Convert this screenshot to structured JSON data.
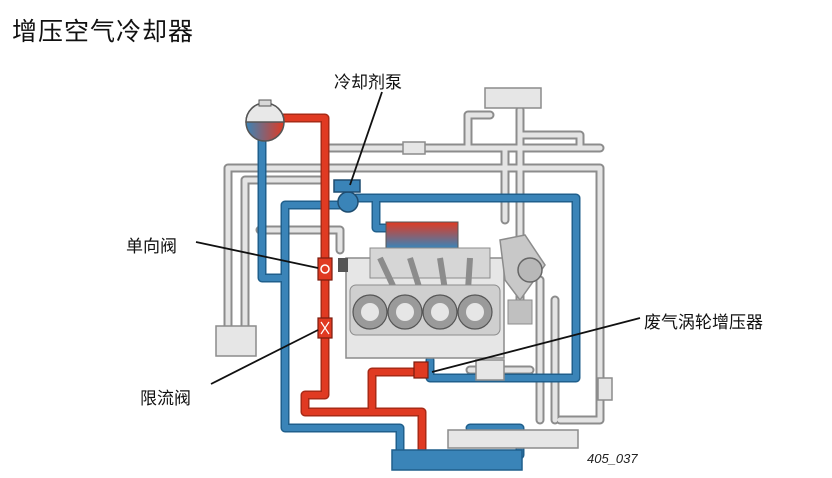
{
  "title": "增压空气冷却器",
  "labels": {
    "coolant_pump": "冷却剂泵",
    "check_valve": "单向阀",
    "restrictor": "限流阀",
    "turbocharger": "废气涡轮增压器"
  },
  "figure_code": "405_037",
  "colors": {
    "hot_line": "#e03a22",
    "cold_line": "#3a84b8",
    "idle_line": "#c8c8c8",
    "outline": "#8c8c8c",
    "engine_fill": "#e6e6e6"
  }
}
